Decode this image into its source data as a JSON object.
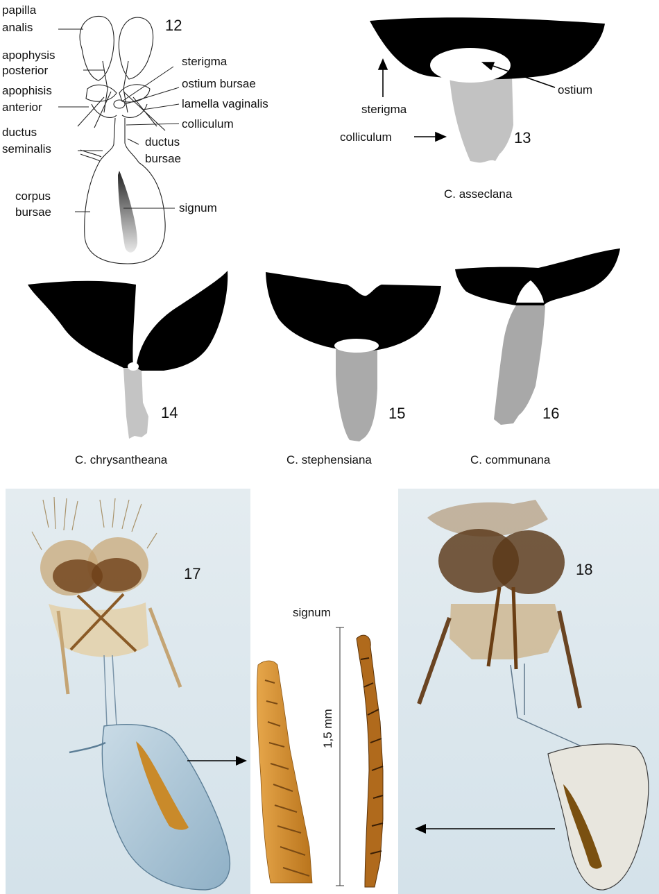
{
  "colors": {
    "sclerite": "#000000",
    "colliculum": "#b0b0b0",
    "colliculum_light": "#c4c4c4",
    "photo_bg": "#dde8ee",
    "signum_color": "#c98a2a",
    "signum_dark": "#7a4a14"
  },
  "figure12": {
    "number": "12",
    "labels": {
      "papilla_analis": [
        "papilla",
        "analis"
      ],
      "apophysis_posterior": [
        "apophysis",
        "posterior"
      ],
      "apophisis_anterior": [
        "apophisis",
        "anterior"
      ],
      "ductus_seminalis": [
        "ductus",
        "seminalis"
      ],
      "corpus_bursae": [
        "corpus",
        "bursae"
      ],
      "sterigma": "sterigma",
      "ostium_bursae": "ostium bursae",
      "lamella_vaginalis": "lamella vaginalis",
      "colliculum": "colliculum",
      "ductus_bursae": [
        "ductus",
        "bursae"
      ],
      "signum": "signum"
    }
  },
  "figure13": {
    "number": "13",
    "species": "C. asseclana",
    "labels": {
      "sterigma": "sterigma",
      "ostium": "ostium",
      "colliculum": "colliculum"
    }
  },
  "figure14": {
    "number": "14",
    "species": "C. chrysantheana"
  },
  "figure15": {
    "number": "15",
    "species": "C. stephensiana"
  },
  "figure16": {
    "number": "16",
    "species": "C. communana"
  },
  "figure17": {
    "number": "17"
  },
  "figure18": {
    "number": "18"
  },
  "signum_inset": {
    "title": "signum",
    "scale": "1,5 mm"
  }
}
